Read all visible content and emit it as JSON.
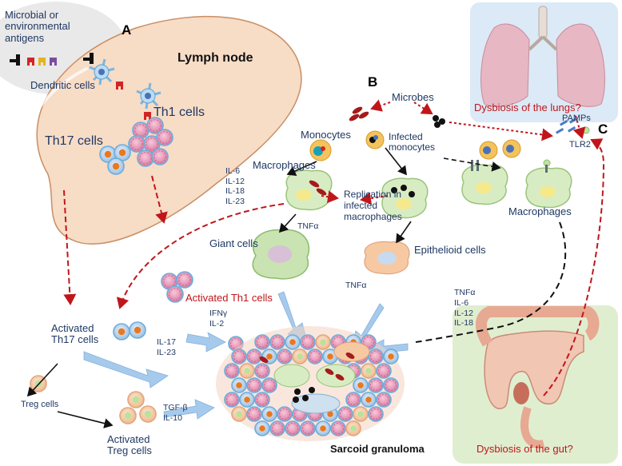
{
  "panels": {
    "a": "A",
    "b": "B",
    "c": "C"
  },
  "labels": {
    "antigens": "Microbial or\nenvironmental\nantigens",
    "dendritic": "Dendritic cells",
    "lymph_node": "Lymph node",
    "th1": "Th1 cells",
    "th17": "Th17 cells",
    "microbes": "Microbes",
    "monocytes": "Monocytes",
    "infected_monocytes": "Infected\nmonocytes",
    "macrophages": "Macrophages",
    "macrophages_c": "Macrophages",
    "replication": "Replication in\ninfected\nmacrophages",
    "giant_cells": "Giant cells",
    "epithelioid": "Epithelioid cells",
    "activated_th1": "Activated Th1 cells",
    "activated_th17": "Activated\nTh17 cells",
    "treg": "Treg cells",
    "activated_treg": "Activated\nTreg cells",
    "granuloma": "Sarcoid granuloma",
    "lungs": "Dysbiosis of the lungs?",
    "gut": "Dysbiosis of the gut?",
    "pamps": "PAMPs",
    "tlr2": "TLR2"
  },
  "cytokines": {
    "macrophage": "IL-6\nIL-12\nIL-18\nIL-23",
    "tnfa_giant": "TNFα",
    "tnfa_epi": "TNFα",
    "ifng": "IFNγ\nIL-2",
    "il17": "IL-17\nIL-23",
    "tgfb": "TGF-β\nIL-10",
    "right": "TNFα\nIL-6\nIL-12\nIL-18"
  },
  "colors": {
    "lymph": "#f7dcc6",
    "lymph_edge": "#c98e63",
    "th1_cell": "#e8a0c0",
    "nucleus": "#e8791e",
    "mono_cyto": "#f4c35c",
    "macro_cyto": "#d8ecc4",
    "red_arrow": "#c0161b",
    "blue_arrow": "#9cc5ea",
    "lung_panel": "#dce9f6",
    "gut_panel": "#e0eed0"
  }
}
